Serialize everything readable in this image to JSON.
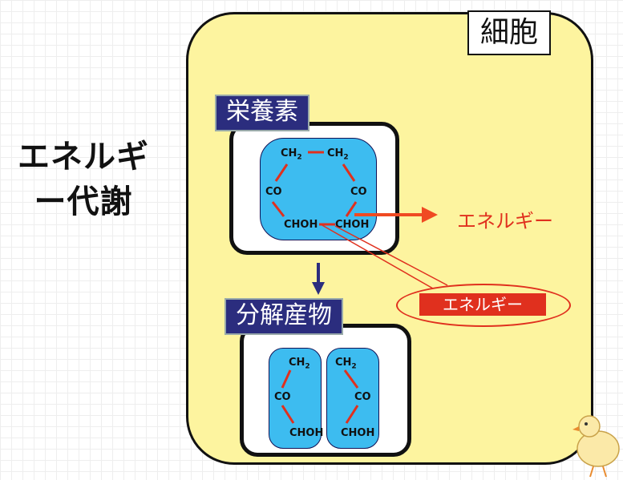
{
  "title": "エネルギー代謝",
  "cell": {
    "label": "細胞"
  },
  "nutrient": {
    "label": "栄養素",
    "formula": {
      "ch2_a": "CH",
      "ch2_a_sub": "2",
      "ch2_b": "CH",
      "ch2_b_sub": "2",
      "co_a": "CO",
      "co_b": "CO",
      "choh_a": "CHOH",
      "choh_b": "CHOH"
    }
  },
  "products": {
    "label": "分解産物",
    "left": {
      "ch2": "CH",
      "ch2_sub": "2",
      "co": "CO",
      "choh": "CHOH"
    },
    "right": {
      "ch2": "CH",
      "ch2_sub": "2",
      "co": "CO",
      "choh": "CHOH"
    }
  },
  "energy_outward": "エネルギー",
  "energy_bond": "エネルギー",
  "colors": {
    "cell": "#fdf49f",
    "label_bg": "#2b2d7e",
    "molecule": "#3dbcf0",
    "bond": "#e0301e",
    "arrow": "#2b2d7e"
  }
}
